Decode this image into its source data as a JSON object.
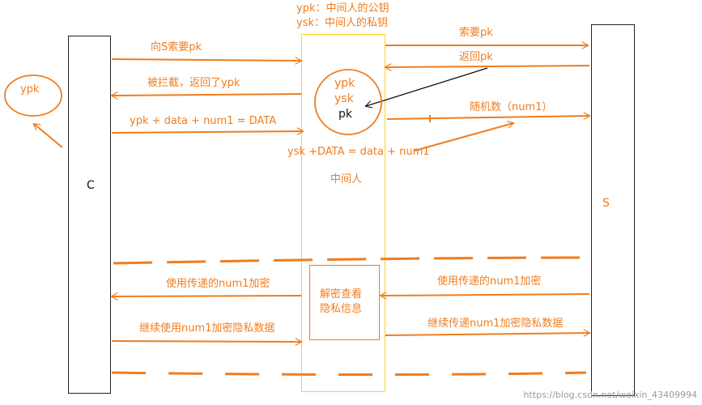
{
  "title_lines": [
    "ypk：中间人的公钥",
    "ysk：中间人的私钥"
  ],
  "actors": {
    "client": "C",
    "server": "S",
    "middle": "中间人"
  },
  "circle_lines": [
    "ypk",
    "ysk",
    "pk"
  ],
  "side_bubble": "ypk",
  "inner_box_lines": [
    "解密查看",
    "隐私信息"
  ],
  "messages": [
    "向S索要pk",
    "被拦截，返回了ypk",
    "ypk + data + num1 = DATA",
    "索要pk",
    "返回pk",
    "随机数（num1）",
    "ysk +DATA = data + num1",
    "使用传递的num1加密",
    "继续使用num1加密隐私数据",
    "使用传递的num1加密",
    "继续传递num1加密隐私数据"
  ],
  "watermark": "https://blog.csdn.net/weixin_43409994",
  "colors": {
    "orange": "#f07d1e",
    "yellow": "#ffd21a",
    "black": "#222222"
  }
}
